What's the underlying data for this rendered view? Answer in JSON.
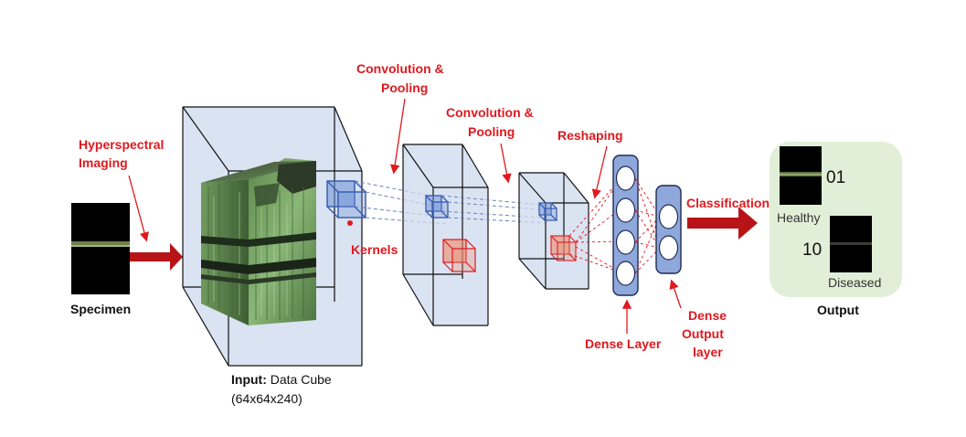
{
  "labels": {
    "hyperspectral_1": "Hyperspectral",
    "hyperspectral_2": "Imaging",
    "specimen": "Specimen",
    "input_bold": "Input:",
    "input_rest": " Data Cube",
    "input_dims": "(64x64x240)",
    "kernels": "Kernels",
    "conv1_1": "Convolution &",
    "conv1_2": "Pooling",
    "conv2_1": "Convolution &",
    "conv2_2": "Pooling",
    "reshaping": "Reshaping",
    "dense_layer": "Dense Layer",
    "dense_output_1": "Dense",
    "dense_output_2": "Output",
    "dense_output_3": "layer",
    "classification": "Classification",
    "healthy_code": "01",
    "healthy": "Healthy",
    "diseased_code": "10",
    "diseased": "Diseased",
    "output": "Output"
  },
  "colors": {
    "label_red": "#e0191e",
    "arrow_red": "#b81418",
    "volume_fill": "#cdd9ee",
    "kernel_blue": "#3a5fb0",
    "kernel_red": "#f08a6c",
    "neuron_fill": "#8fa8dc",
    "output_panel": "#e2efd8",
    "cube_green": "#7da86a"
  },
  "icons": {
    "specimen_image": "specimen-strip-image",
    "data_cube_image": "hyperspectral-cube-image",
    "healthy_image": "healthy-sample-image",
    "diseased_image": "diseased-sample-image"
  }
}
